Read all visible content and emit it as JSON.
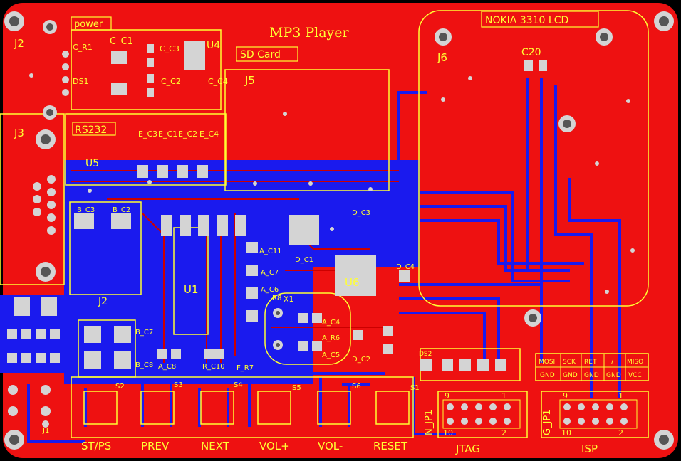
{
  "board": {
    "title": "MP3 Player",
    "colors": {
      "board_edge": "#000000",
      "top_copper": "#ee1111",
      "bottom_copper": "#1a1aee",
      "silkscreen": "#ffff33",
      "pad": "#d4d4d4",
      "drill": "#555555"
    }
  },
  "blocks": {
    "power": "power",
    "sd_card": "SD Card",
    "rs232": "RS232",
    "lcd": "NOKIA 3310 LCD"
  },
  "refs": {
    "J1": "J1",
    "J2": "J2",
    "J3": "J3",
    "J5": "J5",
    "J6": "J6",
    "U1": "U1",
    "U4": "U4",
    "U5": "U5",
    "U6": "U6",
    "C20": "C20",
    "X1": "X1",
    "C_C1": "C_C1",
    "C_R1": "C_R1",
    "DS1": "DS1",
    "C_C2": "C_C2",
    "C_C3": "C_C3",
    "C_C4": "C_C4",
    "E_C3": "E_C3",
    "E_C1": "E_C1",
    "E_C2": "E_C2",
    "E_C4": "E_C4",
    "B_C3": "B_C3",
    "B_C2": "B_C2",
    "B_C7": "B_C7",
    "B_C8": "B_C8",
    "J2b": "J2",
    "D_C3": "D_C3",
    "D_C1": "D_C1",
    "D_C4": "D_C4",
    "D_C2": "D_C2",
    "A_C4": "A_C4",
    "A_R6": "A_R6",
    "A_C5": "A_C5",
    "A_C11": "A_C11",
    "A_C7": "A_C7",
    "A_C6": "A_C6",
    "R8": "R8",
    "A_C8": "A_C8",
    "R_C10": "R_C10",
    "F_R7": "F_R7",
    "DS2": "DS2",
    "S1": "S1",
    "S2": "S2",
    "S3": "S3",
    "S4": "S4",
    "S5": "S5",
    "S6": "S6",
    "N_JP1": "N_JP1",
    "G_JP1": "G_JP1"
  },
  "buttons": [
    {
      "ref": "S2",
      "label": "ST/PS"
    },
    {
      "ref": "S3",
      "label": "PREV"
    },
    {
      "ref": "S4",
      "label": "NEXT"
    },
    {
      "ref": "S5",
      "label": "VOL+"
    },
    {
      "ref": "S6",
      "label": "VOL-"
    },
    {
      "ref": "S1",
      "label": "RESET"
    }
  ],
  "jtag": {
    "label": "JTAG",
    "pin_9": "9",
    "pin_1": "1",
    "pin_10": "10",
    "pin_2": "2"
  },
  "isp": {
    "label": "ISP",
    "pin_9": "9",
    "pin_1": "1",
    "pin_10": "10",
    "pin_2": "2",
    "table_top": [
      "MOSI",
      "SCK",
      "RET",
      "/",
      "MISO"
    ],
    "table_bottom": [
      "GND",
      "GND",
      "GND",
      "GND",
      "VCC"
    ]
  }
}
